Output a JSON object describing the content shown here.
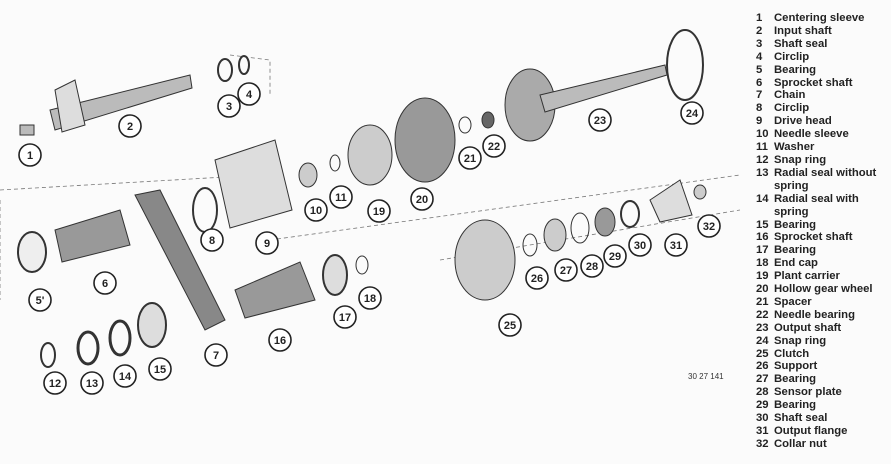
{
  "legend": [
    {
      "num": "1",
      "label": "Centering sleeve"
    },
    {
      "num": "2",
      "label": "Input shaft"
    },
    {
      "num": "3",
      "label": "Shaft seal"
    },
    {
      "num": "4",
      "label": "Circlip"
    },
    {
      "num": "5",
      "label": "Bearing"
    },
    {
      "num": "6",
      "label": "Sprocket shaft"
    },
    {
      "num": "7",
      "label": "Chain"
    },
    {
      "num": "8",
      "label": "Circlip"
    },
    {
      "num": "9",
      "label": "Drive head"
    },
    {
      "num": "10",
      "label": "Needle sleeve"
    },
    {
      "num": "11",
      "label": "Washer"
    },
    {
      "num": "12",
      "label": "Snap ring"
    },
    {
      "num": "13",
      "label": "Radial seal without spring"
    },
    {
      "num": "14",
      "label": "Radial seal with spring"
    },
    {
      "num": "15",
      "label": "Bearing"
    },
    {
      "num": "16",
      "label": "Sprocket shaft"
    },
    {
      "num": "17",
      "label": "Bearing"
    },
    {
      "num": "18",
      "label": "End cap"
    },
    {
      "num": "19",
      "label": "Plant carrier"
    },
    {
      "num": "20",
      "label": "Hollow gear wheel"
    },
    {
      "num": "21",
      "label": "Spacer"
    },
    {
      "num": "22",
      "label": "Needle bearing"
    },
    {
      "num": "23",
      "label": "Output shaft"
    },
    {
      "num": "24",
      "label": "Snap ring"
    },
    {
      "num": "25",
      "label": "Clutch"
    },
    {
      "num": "26",
      "label": "Support"
    },
    {
      "num": "27",
      "label": "Bearing"
    },
    {
      "num": "28",
      "label": "Sensor plate"
    },
    {
      "num": "29",
      "label": "Bearing"
    },
    {
      "num": "30",
      "label": "Shaft seal"
    },
    {
      "num": "31",
      "label": "Output flange"
    },
    {
      "num": "32",
      "label": "Collar nut"
    }
  ],
  "callout_5_label": "5'",
  "drawing_code": "30 27 141"
}
